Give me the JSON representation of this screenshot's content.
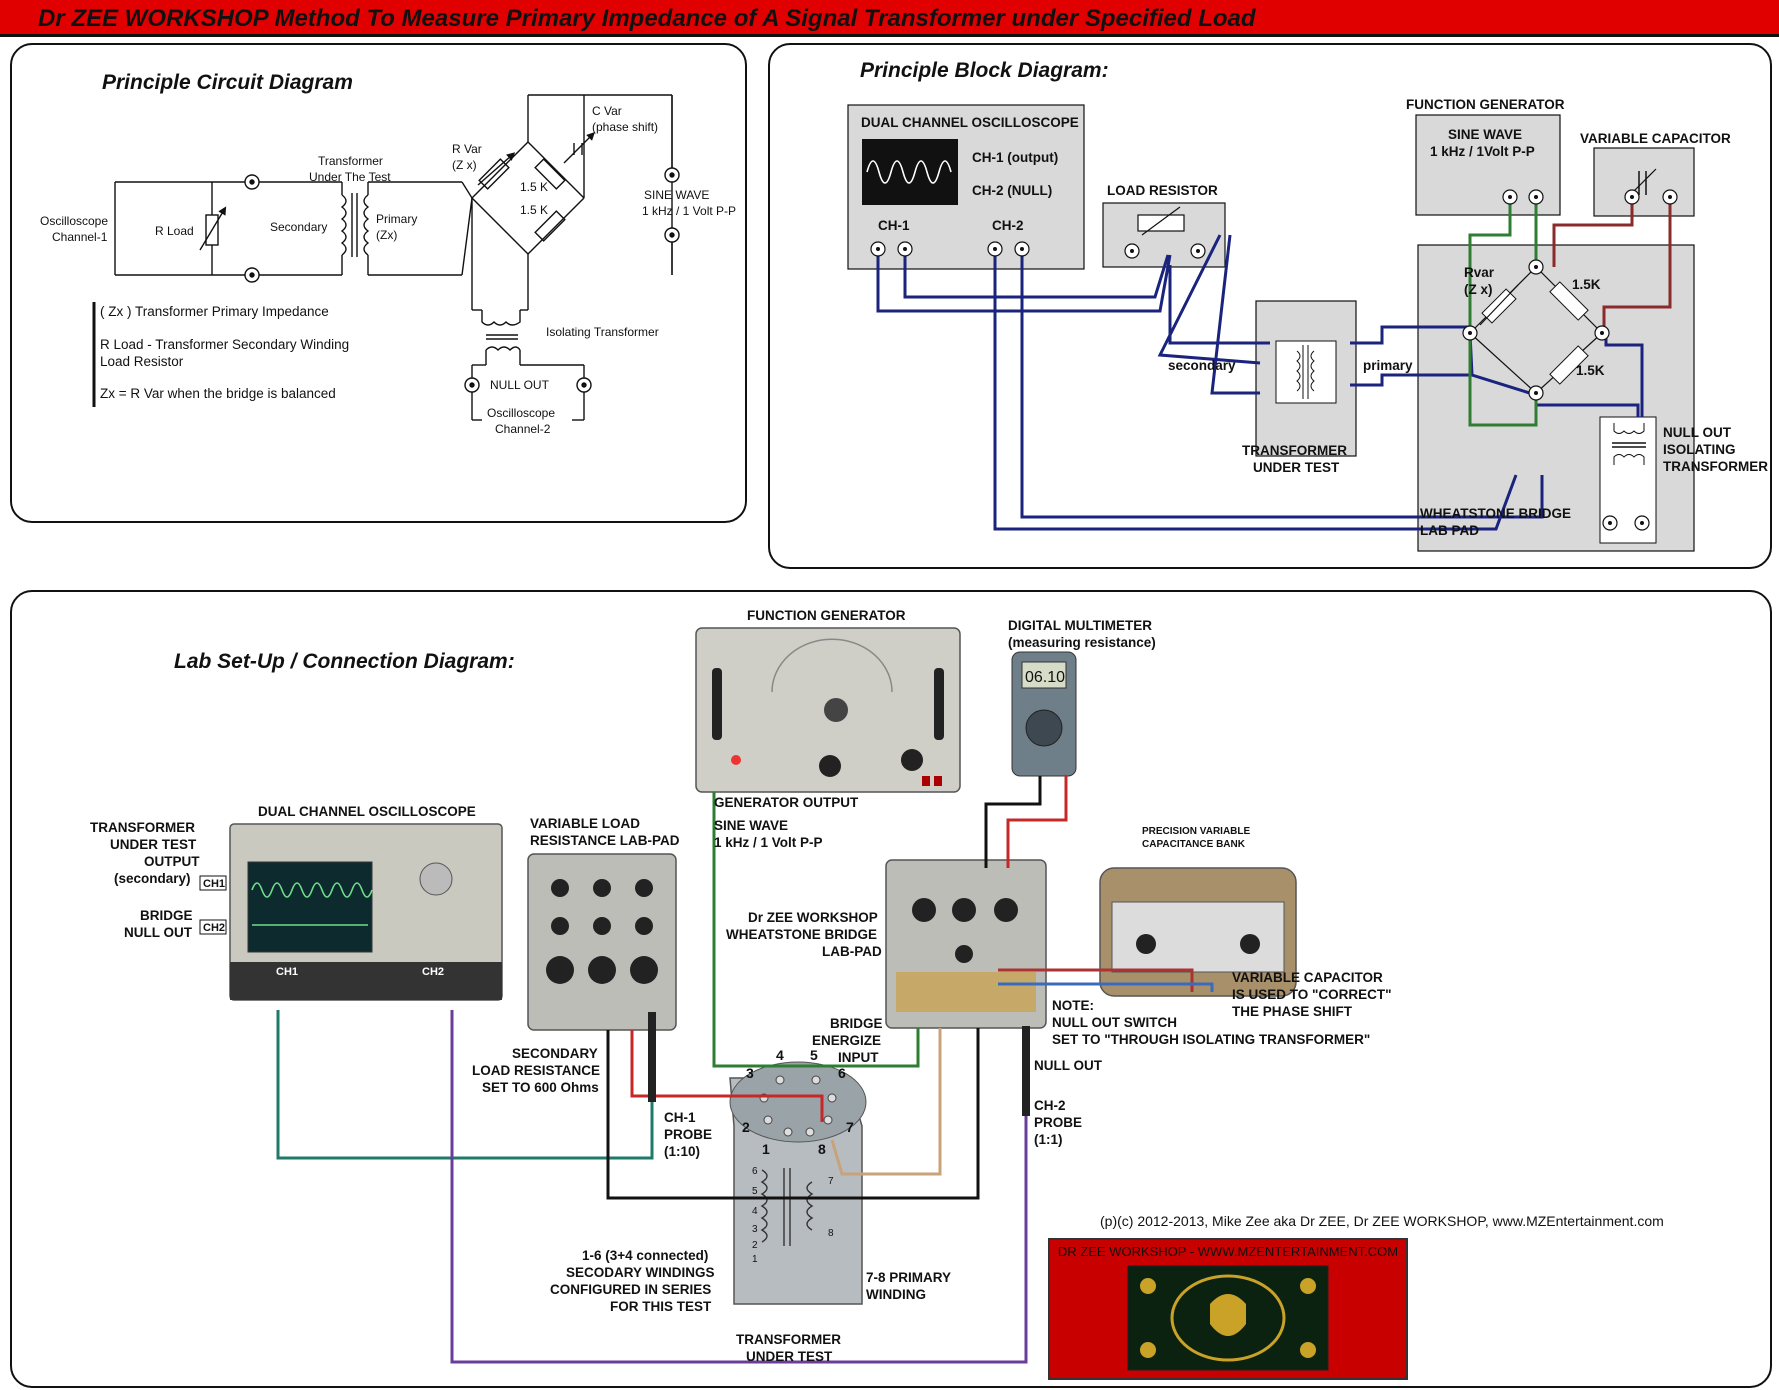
{
  "title": "Dr ZEE WORKSHOP Method To Measure Primary Impedance of A Signal Transformer under Specified Load",
  "circuit": {
    "heading": "Principle Circuit Diagram",
    "osc_ch1": [
      "Oscilloscope",
      "Channel-1"
    ],
    "r_load": "R Load",
    "secondary": "Secondary",
    "tut": [
      "Transformer",
      "Under The Test"
    ],
    "primary": [
      "Primary",
      "(Zx)"
    ],
    "r_var": [
      "R Var",
      "(Z x)"
    ],
    "c_var": [
      "C Var",
      "(phase shift)"
    ],
    "r1": "1.5 K",
    "r2": "1.5 K",
    "sine": [
      "SINE WAVE",
      "1 kHz / 1 Volt P-P"
    ],
    "isolating": "Isolating Transformer",
    "null_out": "NULL OUT",
    "osc_ch2": [
      "Oscilloscope",
      "Channel-2"
    ],
    "notes": [
      "( Zx ) Transformer Primary Impedance",
      "R Load - Transformer Secondary Winding",
      "Load Resistor",
      "Zx = R Var when the bridge is balanced"
    ]
  },
  "block": {
    "heading": "Principle Block Diagram:",
    "scope_title": "DUAL CHANNEL OSCILLOSCOPE",
    "ch1_output": "CH-1  (output)",
    "ch2_null": "CH-2  (NULL)",
    "ch1": "CH-1",
    "ch2": "CH-2",
    "load_resistor": "LOAD RESISTOR",
    "fg_title": "FUNCTION GENERATOR",
    "fg_sine": "SINE WAVE",
    "fg_freq": "1 kHz / 1Volt P-P",
    "var_cap": "VARIABLE CAPACITOR",
    "rvar": [
      "Rvar",
      "(Z x)"
    ],
    "r1": "1.5K",
    "r2": "1.5K",
    "secondary": "secondary",
    "primary": "primary",
    "tut": [
      "TRANSFORMER",
      "UNDER TEST"
    ],
    "null_iso": [
      "NULL OUT",
      "ISOLATING",
      "TRANSFORMER"
    ],
    "bridge": [
      "WHEATSTONE BRIDGE",
      "LAB PAD"
    ]
  },
  "lab": {
    "heading": "Lab Set-Up / Connection Diagram:",
    "fg_title": "FUNCTION GENERATOR",
    "dmm": [
      "DIGITAL MULTIMETER",
      "(measuring resistance)"
    ],
    "dmm_display": "06.10",
    "scope_title": "DUAL CHANNEL OSCILLOSCOPE",
    "tut_output": [
      "TRANSFORMER",
      "UNDER TEST",
      "OUTPUT",
      "(secondary)"
    ],
    "ch1_tag": "CH1",
    "bridge_null": [
      "BRIDGE",
      "NULL OUT"
    ],
    "ch2_tag": "CH2",
    "scope_ch1": "CH1",
    "scope_ch2": "CH2",
    "var_load": [
      "VARIABLE LOAD",
      "RESISTANCE LAB-PAD"
    ],
    "gen_output": "GENERATOR OUTPUT",
    "sine": [
      "SINE WAVE",
      "1 kHz / 1 Volt P-P"
    ],
    "cap_bank": [
      "PRECISION VARIABLE",
      "CAPACITANCE BANK"
    ],
    "bridge_pad": [
      "Dr ZEE WORKSHOP",
      "WHEATSTONE BRIDGE",
      "LAB-PAD"
    ],
    "var_cap_note": [
      "VARIABLE CAPACITOR",
      "IS USED TO \"CORRECT\"",
      "THE PHASE SHIFT"
    ],
    "note": [
      "NOTE:",
      "NULL OUT SWITCH",
      "SET TO \"THROUGH ISOLATING TRANSFORMER\""
    ],
    "bridge_energize": [
      "BRIDGE",
      "ENERGIZE",
      "INPUT"
    ],
    "null_out": "NULL OUT",
    "sec_load": [
      "SECONDARY",
      "LOAD RESISTANCE",
      "SET TO 600 Ohms"
    ],
    "ch1_probe": [
      "CH-1",
      "PROBE",
      "(1:10)"
    ],
    "ch2_probe": [
      "CH-2",
      "PROBE",
      "(1:1)"
    ],
    "pins": [
      "1",
      "2",
      "3",
      "4",
      "5",
      "6",
      "7",
      "8"
    ],
    "windings": [
      "1-6 (3+4 connected)",
      "SECODARY WINDINGS",
      "CONFIGURED IN SERIES",
      "FOR THIS TEST"
    ],
    "primary_winding": [
      "7-8 PRIMARY",
      "WINDING"
    ],
    "tut": [
      "TRANSFORMER",
      "UNDER TEST"
    ]
  },
  "copyright": "(p)(c)  2012-2013, Mike Zee aka Dr ZEE, Dr ZEE WORKSHOP, www.MZEntertainment.com",
  "banner": "DR ZEE WORKSHOP - WWW.MZENTERTAINMENT.COM",
  "colors": {
    "title_bar": "#e00000",
    "wire_navy": "#1a237e",
    "wire_green": "#2e7d32",
    "wire_brown": "#8b2a2a",
    "wire_teal": "#1f7a6a",
    "wire_purple": "#6a3d9a",
    "wire_red": "#c62828",
    "wire_tan": "#c8a27a",
    "banner_red": "#c80000"
  }
}
